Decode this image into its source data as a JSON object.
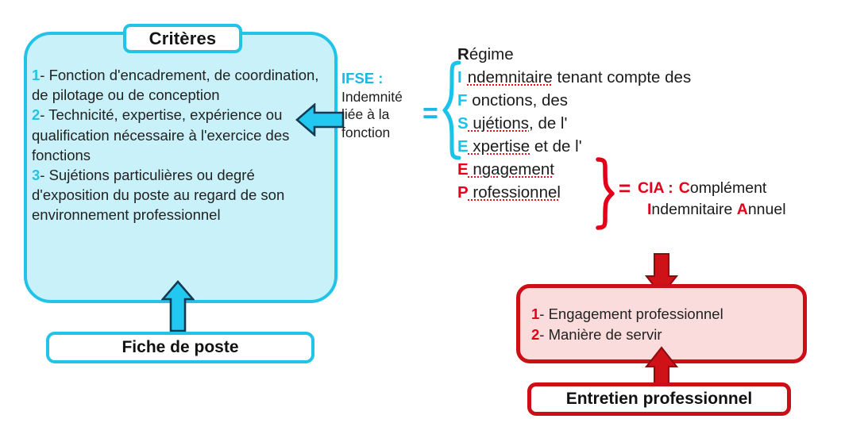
{
  "colors": {
    "cyan_border": "#22c3e6",
    "cyan_fill": "#c9f1f9",
    "cyan_accent": "#19b9e0",
    "red_border": "#cc0f16",
    "red_fill": "#fbdcdc",
    "red_accent": "#e2001a",
    "text": "#1b1b1b",
    "spellcheck_underline": "#e8101a"
  },
  "criteria_card": {
    "title": "Critères",
    "items": [
      {
        "num": "1",
        "text": "- Fonction d'encadrement, de coordination, de pilotage ou de conception"
      },
      {
        "num": "2",
        "text": "- Technicité, expertise, expérience ou qualification nécessaire à l'exercice des fonctions"
      },
      {
        "num": "3",
        "text": "- Sujétions particulières ou degré d'exposition du poste au regard de son environnement professionnel"
      }
    ]
  },
  "fiche_box": {
    "label": "Fiche de poste"
  },
  "ifse_caption": {
    "head": "IFSE :",
    "line1": "Indemnité",
    "line2": "liée à la",
    "line3": "fonction"
  },
  "equals_cyan": "=",
  "equals_red": "=",
  "acronym": {
    "rows": [
      {
        "letter": "R",
        "letter_color": "black",
        "rest": "égime",
        "misspelled": ""
      },
      {
        "letter": "I",
        "letter_color": "cyan",
        "rest": " tenant compte des",
        "misspelled": "ndemnitaire"
      },
      {
        "letter": "F",
        "letter_color": "cyan",
        "rest": " onctions, des",
        "misspelled": ""
      },
      {
        "letter": "S",
        "letter_color": "cyan",
        "rest": ", de l'",
        "misspelled": " ujétions"
      },
      {
        "letter": "E",
        "letter_color": "cyan",
        "rest": " et de l'",
        "misspelled": " xpertise"
      },
      {
        "letter": "E",
        "letter_color": "red",
        "rest": "",
        "misspelled": " ngagement"
      },
      {
        "letter": "P",
        "letter_color": "red",
        "rest": "",
        "misspelled": " rofessionnel"
      }
    ]
  },
  "cia_legend": {
    "line1_abbr": "CIA :",
    "line1_c": "C",
    "line1_rest": "omplément",
    "line2_i": "I",
    "line2_mid": "ndemnitaire ",
    "line2_a": "A",
    "line2_rest": "nnuel"
  },
  "cia_card": {
    "items": [
      {
        "num": "1",
        "text": "- Engagement professionnel"
      },
      {
        "num": "2",
        "text": "- Manière de servir"
      }
    ]
  },
  "entretien_box": {
    "label": "Entretien professionnel"
  },
  "arrows": {
    "left_cyan": "arrow-left",
    "up_cyan": "arrow-up",
    "down_red": "arrow-down",
    "up_red": "arrow-up"
  }
}
